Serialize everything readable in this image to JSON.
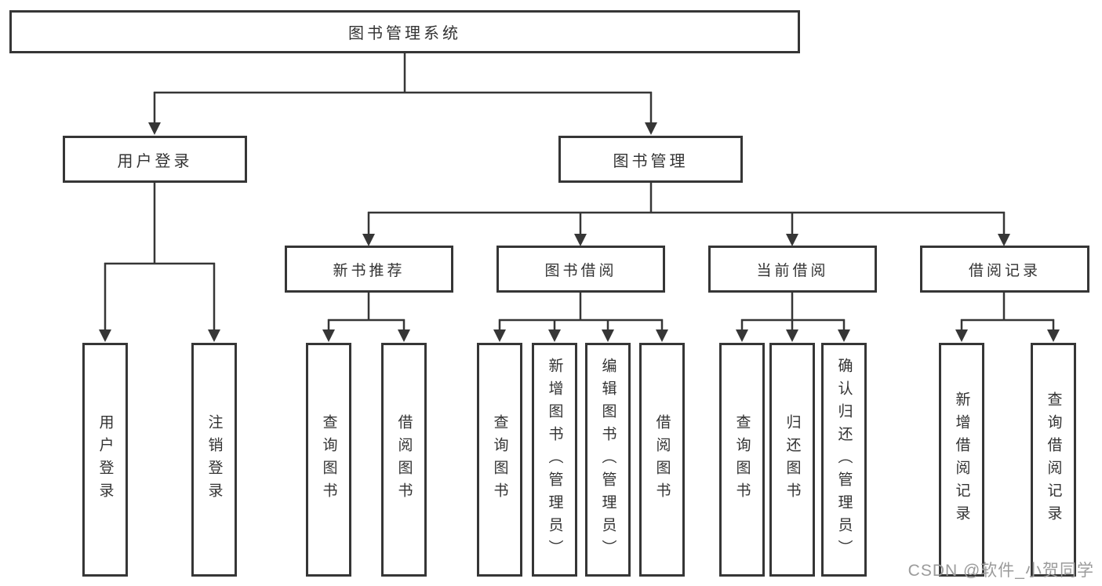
{
  "diagram": {
    "title": "图书管理系统",
    "line_color": "#363636",
    "box_background": "#ffffff",
    "text_color": "#333333",
    "tree": {
      "root": "图书管理系统",
      "level1": [
        {
          "label": "用户登录"
        },
        {
          "label": "图书管理"
        }
      ],
      "level2": [
        {
          "label": "新书推荐",
          "parent": "图书管理"
        },
        {
          "label": "图书借阅",
          "parent": "图书管理"
        },
        {
          "label": "当前借阅",
          "parent": "图书管理"
        },
        {
          "label": "借阅记录",
          "parent": "图书管理"
        }
      ],
      "leaves": [
        {
          "label": "用户登录",
          "parent": "用户登录"
        },
        {
          "label": "注销登录",
          "parent": "用户登录"
        },
        {
          "label": "查询图书",
          "parent": "新书推荐"
        },
        {
          "label": "借阅图书",
          "parent": "新书推荐"
        },
        {
          "label": "查询图书",
          "parent": "图书借阅"
        },
        {
          "label": "新增图书（管理员）",
          "parent": "图书借阅"
        },
        {
          "label": "编辑图书（管理员）",
          "parent": "图书借阅"
        },
        {
          "label": "借阅图书",
          "parent": "图书借阅"
        },
        {
          "label": "查询图书",
          "parent": "当前借阅"
        },
        {
          "label": "归还图书",
          "parent": "当前借阅"
        },
        {
          "label": "确认归还（管理员）",
          "parent": "当前借阅"
        },
        {
          "label": "新增借阅记录",
          "parent": "借阅记录"
        },
        {
          "label": "查询借阅记录",
          "parent": "借阅记录"
        }
      ]
    }
  },
  "watermark": {
    "text": "CSDN @软件_小贺同学",
    "color": "#9b9b9b"
  }
}
